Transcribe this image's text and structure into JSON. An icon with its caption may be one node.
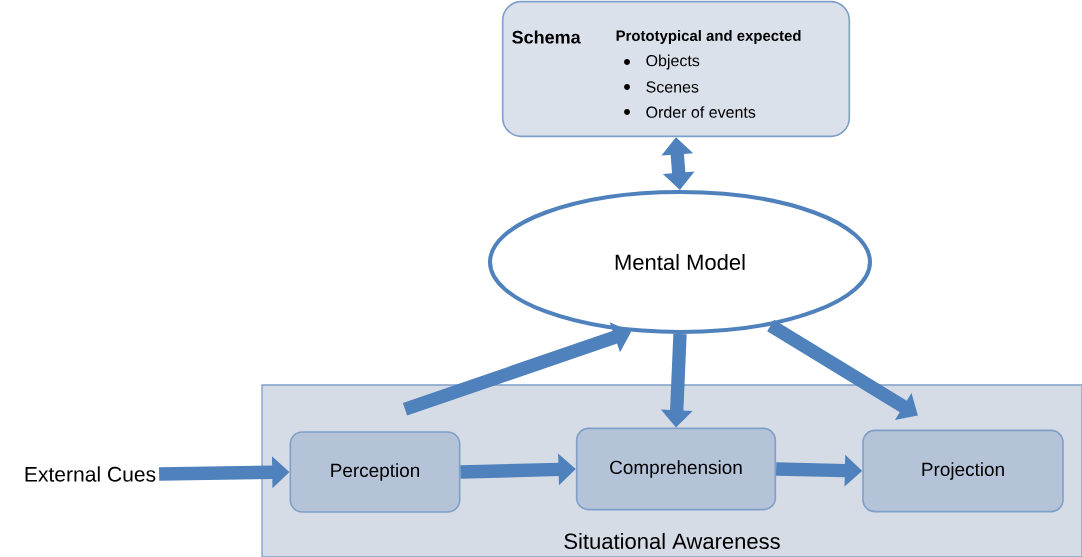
{
  "diagram": {
    "nodes": [
      {
        "text": [
          "Schema",
          "Prototypical and expected",
          "Objects",
          "Scenes",
          "Order of events"
        ]
      },
      {
        "text": [
          "Mental Model"
        ]
      },
      {
        "text": [
          "Situational Awareness"
        ]
      },
      {
        "text": [
          "External Cues"
        ]
      },
      {
        "text": [
          "Perception"
        ],
        "in": 2
      },
      {
        "text": [
          "Comprehension"
        ],
        "in": 2
      },
      {
        "text": [
          "Projection"
        ],
        "in": 2
      }
    ],
    "edges": [
      {
        "from": 0,
        "to": 1,
        "arrow": "both"
      },
      {
        "from": 4,
        "to": 1,
        "arrow": "to"
      },
      {
        "from": 1,
        "to": 5,
        "arrow": "to"
      },
      {
        "from": 1,
        "to": 6,
        "arrow": "to"
      },
      {
        "from": 3,
        "to": 4,
        "arrow": "to"
      },
      {
        "from": 4,
        "to": 5,
        "arrow": "to"
      },
      {
        "from": 5,
        "to": 6,
        "arrow": "to"
      }
    ]
  }
}
